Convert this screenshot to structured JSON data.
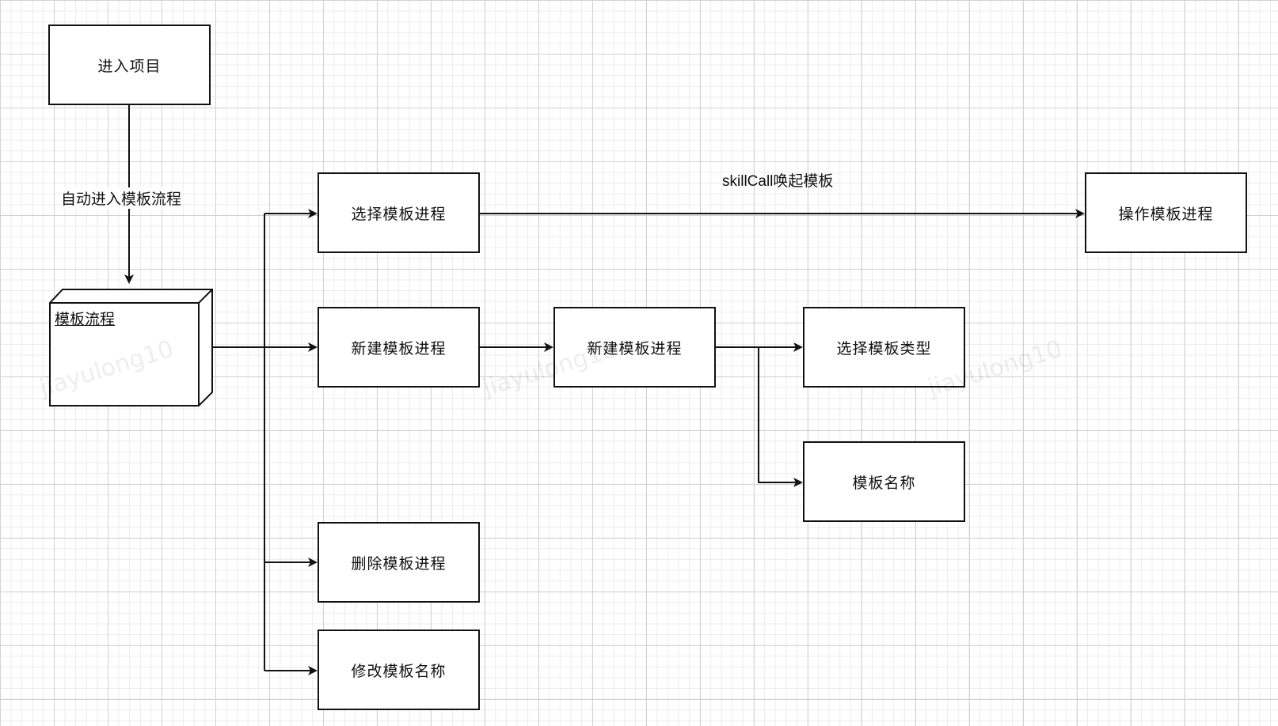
{
  "nodes": {
    "enter_project": "进入项目",
    "template_flow": "模板流程",
    "select_template_process": "选择模板进程",
    "new_template_process_1": "新建模板进程",
    "new_template_process_2": "新建模板进程",
    "delete_template_process": "删除模板进程",
    "rename_template": "修改模板名称",
    "operate_template_process": "操作模板进程",
    "select_template_type": "选择模板类型",
    "template_name": "模板名称"
  },
  "edge_labels": {
    "auto_enter": "自动进入模板流程",
    "skillcall": "skillCall唤起模板"
  },
  "watermark": "jiayulong10",
  "colors": {
    "stroke": "#111111",
    "grid": "#d2d2d2",
    "background": "#ffffff"
  }
}
